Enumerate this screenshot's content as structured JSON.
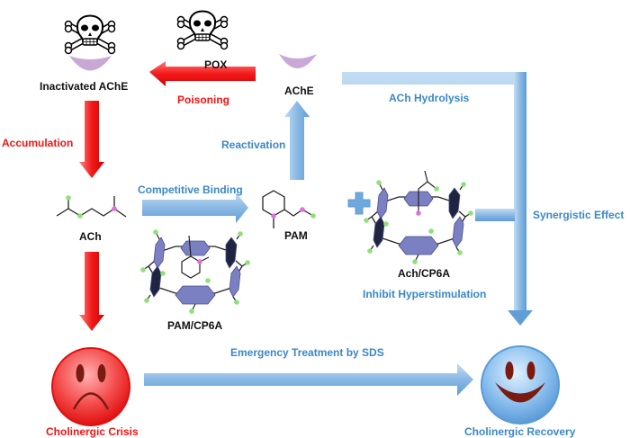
{
  "colors": {
    "red": "#f01414",
    "blue": "#3a87c8",
    "black": "#111111",
    "enzyme": "#c9a8d6",
    "ring": "#7b80c2"
  },
  "nodes": {
    "inactivated_ache": "Inactivated AChE",
    "pox": "POX",
    "ache": "AChE",
    "ach": "ACh",
    "pam": "PAM",
    "pam_cp6a": "PAM/CP6A",
    "ach_cp6a": "Ach/CP6A",
    "crisis": "Cholinergic Crisis",
    "recovery": "Cholinergic Recovery"
  },
  "edges": {
    "poisoning": "Poisoning",
    "accumulation": "Accumulation",
    "reactivation": "Reactivation",
    "competitive_binding": "Competitive Binding",
    "ach_hydrolysis": "ACh Hydrolysis",
    "synergistic_effect": "Synergistic Effect",
    "inhibit_hyperstimulation": "Inhibit Hyperstimulation",
    "emergency_treatment": "Emergency Treatment by SDS"
  }
}
